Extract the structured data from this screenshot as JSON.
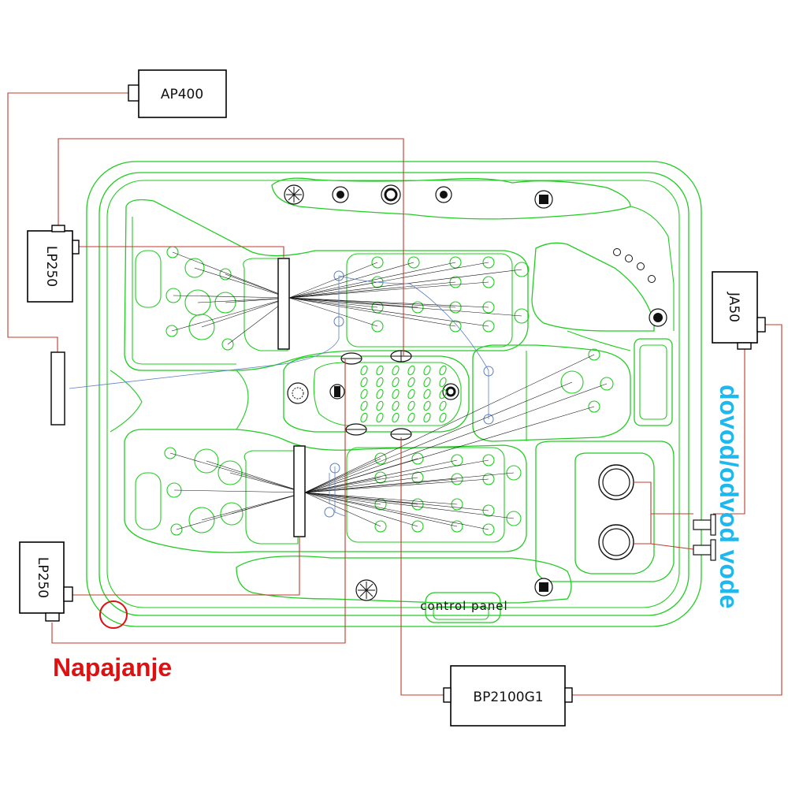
{
  "components": {
    "ap400": "AP400",
    "lp250_top": "LP250",
    "lp250_bottom": "LP250",
    "ja50": "JA50",
    "bp2100g1": "BP2100G1"
  },
  "labels": {
    "power": "Napajanje",
    "water": "dovod/odvod vode",
    "control_panel": "control panel"
  },
  "colors": {
    "tub_outline": "#22cc22",
    "wiring": "#c0392b",
    "air_lines": "#5b7fc4",
    "power_label": "#e01010",
    "water_label": "#1eb8ee"
  }
}
